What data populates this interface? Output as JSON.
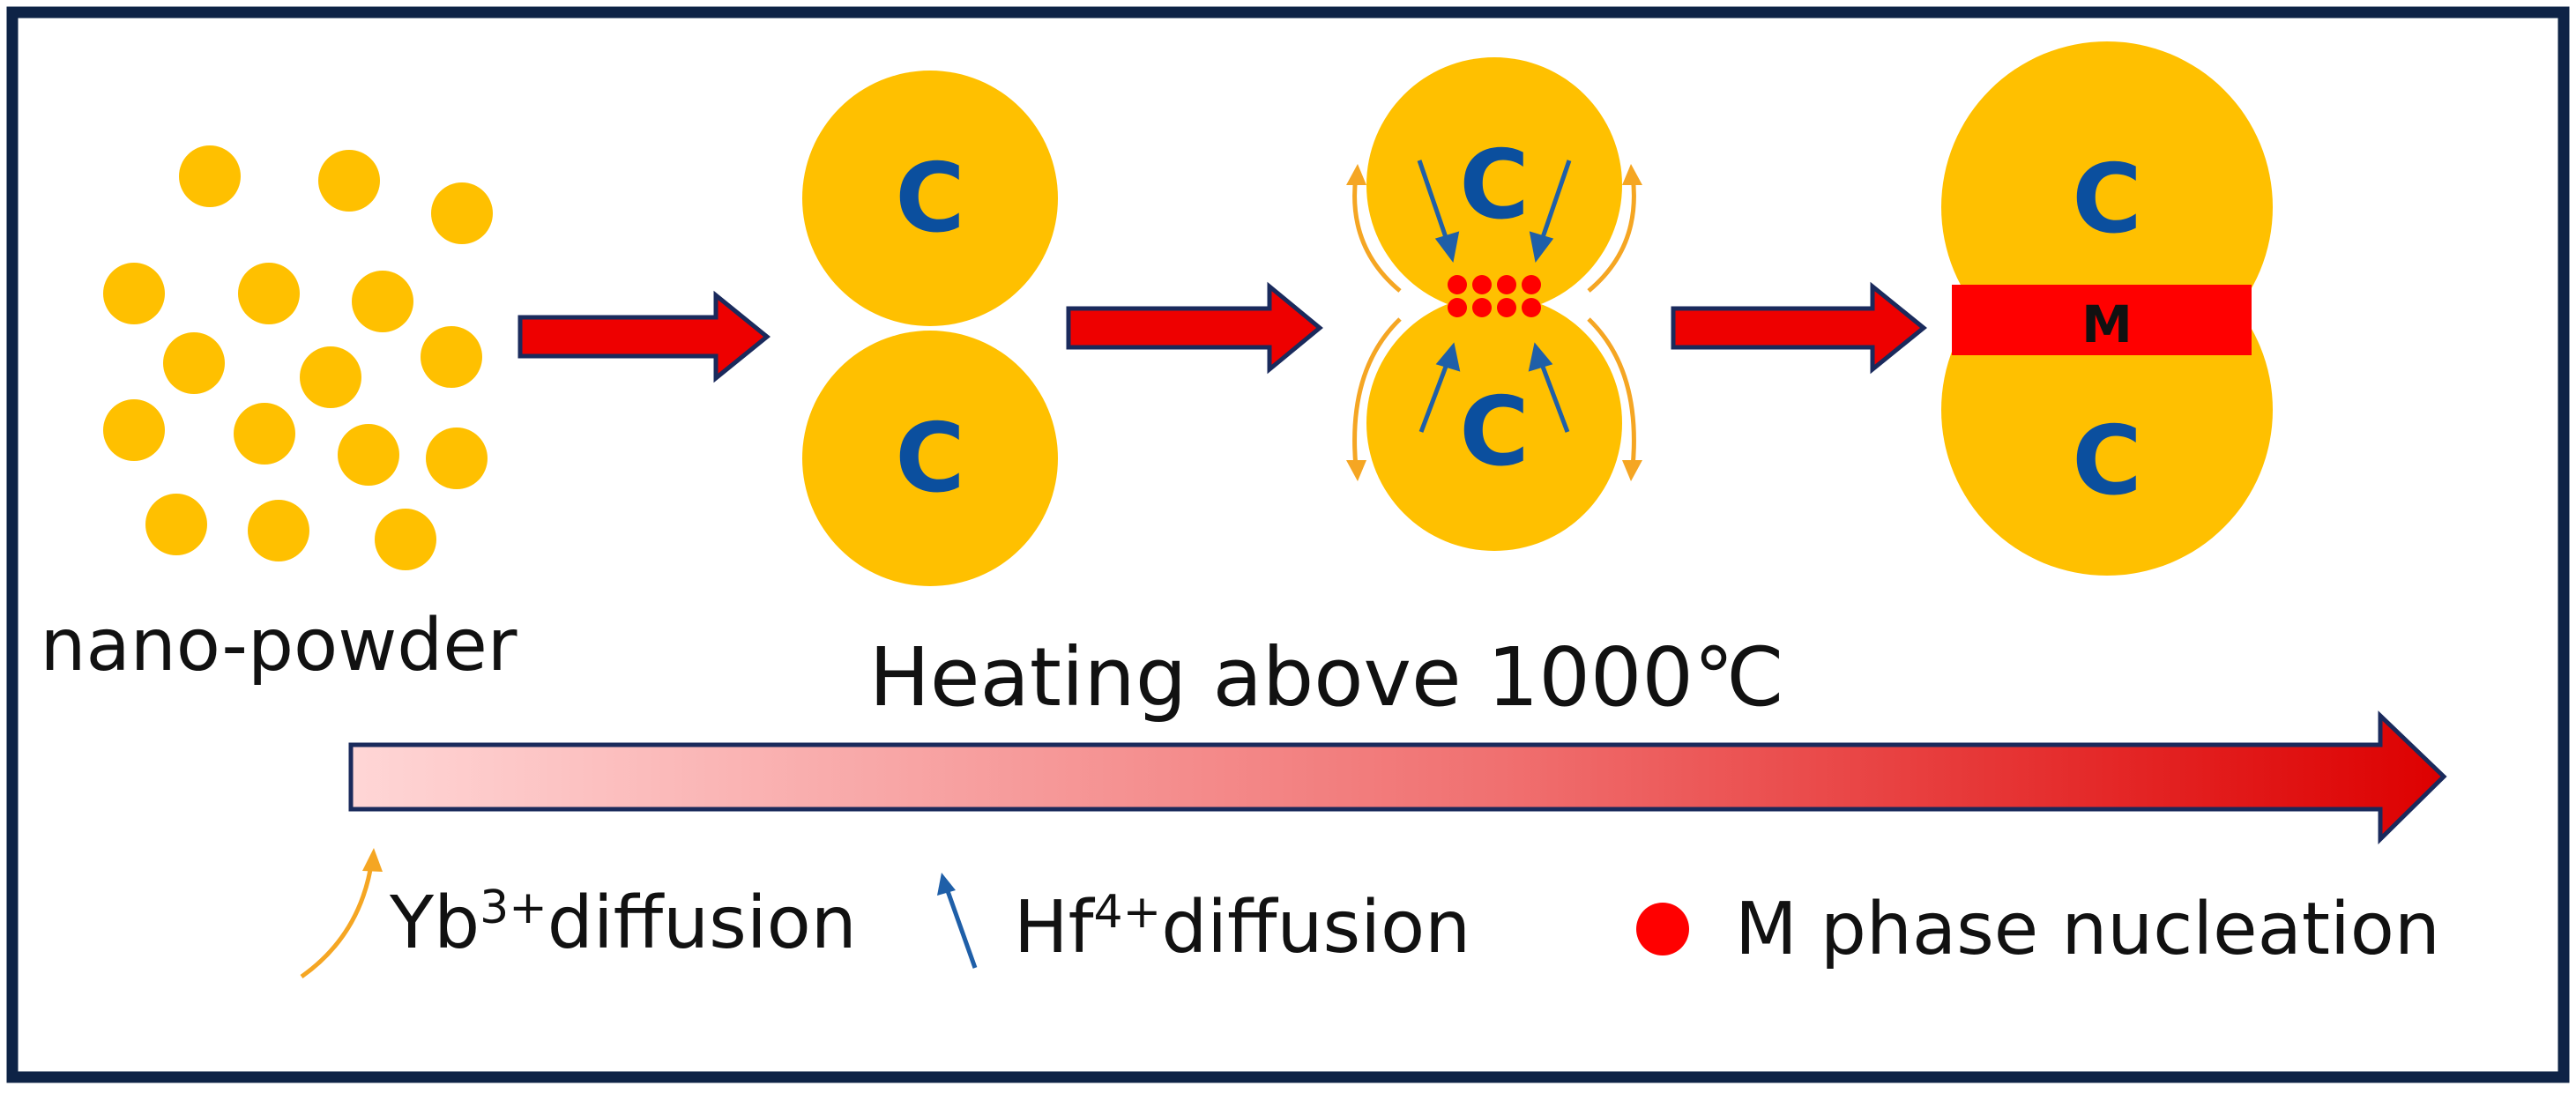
{
  "colors": {
    "frame": "#0e2346",
    "particle": "#ffc000",
    "letter": "#0b4f9e",
    "red": "#ff0000",
    "orange": "#f5a623",
    "blue_arrow": "#1f5fa8",
    "arrow_outline": "#1a2a5c"
  },
  "stages": {
    "powder_label": "nano-powder",
    "particle_letter": "C",
    "m_phase_letter": "M"
  },
  "heating": {
    "label": "Heating above 1000℃"
  },
  "legend": {
    "yb": {
      "ion": "Yb",
      "charge": "3+",
      "text": "diffusion"
    },
    "hf": {
      "ion": "Hf",
      "charge": "4+",
      "text": "diffusion"
    },
    "m": {
      "text": "M phase nucleation"
    }
  }
}
